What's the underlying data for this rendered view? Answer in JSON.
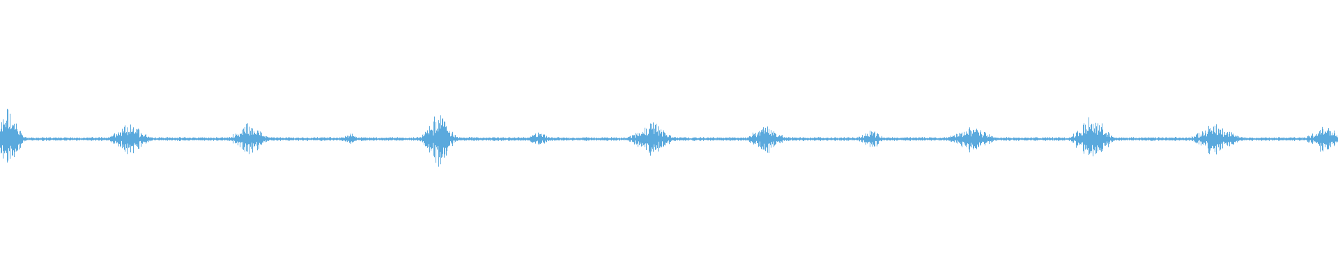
{
  "waveform": {
    "color": "#5aa9dd",
    "background": "#ffffff",
    "baseline_amplitude": 0.015,
    "bursts": [
      {
        "center": 0.006,
        "width": 0.016,
        "amplitude": 0.28
      },
      {
        "center": 0.097,
        "width": 0.022,
        "amplitude": 0.15
      },
      {
        "center": 0.186,
        "width": 0.02,
        "amplitude": 0.16
      },
      {
        "center": 0.262,
        "width": 0.012,
        "amplitude": 0.05
      },
      {
        "center": 0.328,
        "width": 0.018,
        "amplitude": 0.25
      },
      {
        "center": 0.402,
        "width": 0.014,
        "amplitude": 0.07
      },
      {
        "center": 0.487,
        "width": 0.024,
        "amplitude": 0.15
      },
      {
        "center": 0.572,
        "width": 0.02,
        "amplitude": 0.14
      },
      {
        "center": 0.651,
        "width": 0.014,
        "amplitude": 0.1
      },
      {
        "center": 0.726,
        "width": 0.026,
        "amplitude": 0.12
      },
      {
        "center": 0.816,
        "width": 0.022,
        "amplitude": 0.22
      },
      {
        "center": 0.908,
        "width": 0.026,
        "amplitude": 0.15
      },
      {
        "center": 0.99,
        "width": 0.02,
        "amplitude": 0.14
      }
    ]
  }
}
